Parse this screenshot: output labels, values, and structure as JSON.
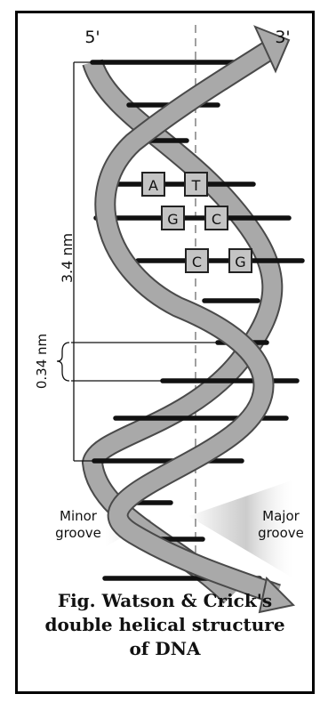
{
  "labels": {
    "strand_end_left": "5'",
    "strand_end_right": "3'",
    "pitch": "3.4 nm",
    "rise": "0.34 nm",
    "minor_groove_line1": "Minor",
    "minor_groove_line2": "groove",
    "major_groove_line1": "Major",
    "major_groove_line2": "groove"
  },
  "base_pairs": [
    {
      "left": "A",
      "right": "T"
    },
    {
      "left": "G",
      "right": "C"
    },
    {
      "left": "C",
      "right": "G"
    }
  ],
  "caption": {
    "line1": "Fig. Watson & Crick's",
    "line2": "double helical structure",
    "line3": "of  DNA"
  },
  "colors": {
    "strand_fill": "#a9a9a9",
    "strand_edge": "#4a4a4a",
    "rung": "#111111",
    "base_box": "#c4c4c4",
    "frame": "#000000"
  }
}
